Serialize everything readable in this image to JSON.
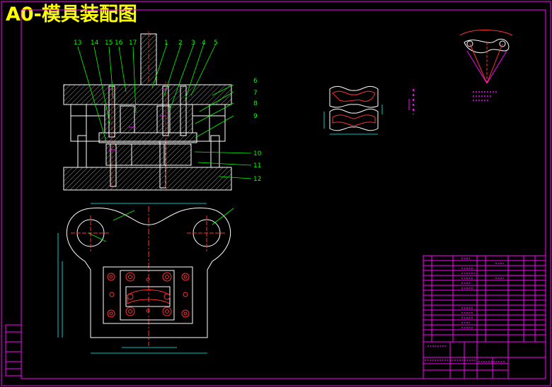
{
  "title": "A0-模具装配图",
  "part_numbers": [
    "1",
    "2",
    "3",
    "4",
    "5",
    "6",
    "7",
    "8",
    "9",
    "10",
    "11",
    "12",
    "13",
    "14",
    "15",
    "16",
    "17"
  ],
  "colors": {
    "background": "#000000",
    "border": "#ff00ff",
    "title": "#ffff00",
    "outline": "#ffffff",
    "leader": "#00ff00",
    "centerline": "#ff3030",
    "dimension": "#00ffff"
  }
}
